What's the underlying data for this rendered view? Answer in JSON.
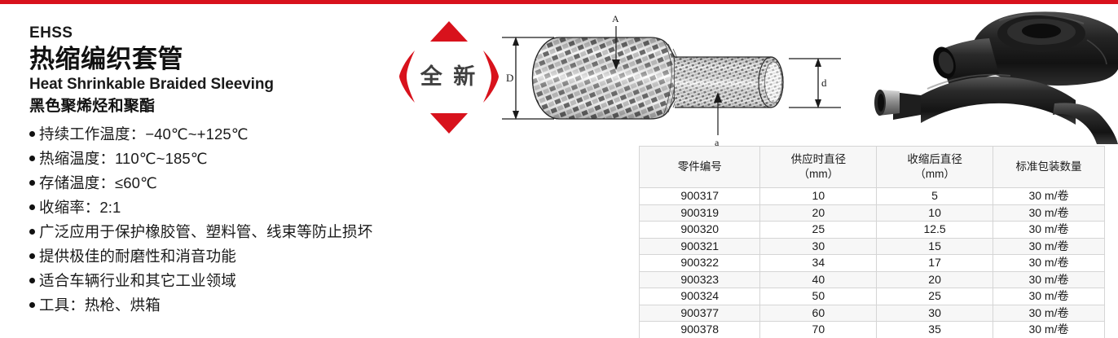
{
  "theme": {
    "accent_red": "#d8121c",
    "text_dark": "#1a1a1a",
    "badge_text_gray": "#3f3f3f",
    "table_border": "#d5d5d5",
    "table_alt_row": "#f7f7f7"
  },
  "product": {
    "code": "EHSS",
    "title_cn": "热缩编织套管",
    "title_en": "Heat Shrinkable Braided Sleeving",
    "subtitle_cn": "黑色聚烯烃和聚酯",
    "features": [
      "持续工作温度：−40℃~+125℃",
      "热缩温度：110℃~185℃",
      "存储温度：≤60℃",
      "收缩率：2:1",
      "广泛应用于保护橡胶管、塑料管、线束等防止损坏",
      "提供极佳的耐磨性和消音功能",
      "适合车辆行业和其它工业领域",
      "工具：热枪、烘箱"
    ]
  },
  "badge": {
    "label": "全 新"
  },
  "diagram": {
    "labels": {
      "outer_diameter": "D",
      "inner_diameter": "d",
      "as_supplied_callout": "A",
      "shrunk_callout": "a"
    }
  },
  "spec_table": {
    "columns": [
      {
        "header_line1": "零件编号",
        "header_line2": ""
      },
      {
        "header_line1": "供应时直径",
        "header_line2": "（mm）"
      },
      {
        "header_line1": "收缩后直径",
        "header_line2": "（mm）"
      },
      {
        "header_line1": "标准包装数量",
        "header_line2": ""
      }
    ],
    "rows": [
      {
        "part_no": "900317",
        "as_supplied": "10",
        "after_shrink": "5",
        "packaging": "30 m/卷"
      },
      {
        "part_no": "900319",
        "as_supplied": "20",
        "after_shrink": "10",
        "packaging": "30 m/卷"
      },
      {
        "part_no": "900320",
        "as_supplied": "25",
        "after_shrink": "12.5",
        "packaging": "30 m/卷"
      },
      {
        "part_no": "900321",
        "as_supplied": "30",
        "after_shrink": "15",
        "packaging": "30 m/卷"
      },
      {
        "part_no": "900322",
        "as_supplied": "34",
        "after_shrink": "17",
        "packaging": "30 m/卷"
      },
      {
        "part_no": "900323",
        "as_supplied": "40",
        "after_shrink": "20",
        "packaging": "30 m/卷"
      },
      {
        "part_no": "900324",
        "as_supplied": "50",
        "after_shrink": "25",
        "packaging": "30 m/卷"
      },
      {
        "part_no": "900377",
        "as_supplied": "60",
        "after_shrink": "30",
        "packaging": "30 m/卷"
      },
      {
        "part_no": "900378",
        "as_supplied": "70",
        "after_shrink": "35",
        "packaging": "30 m/卷"
      }
    ]
  }
}
